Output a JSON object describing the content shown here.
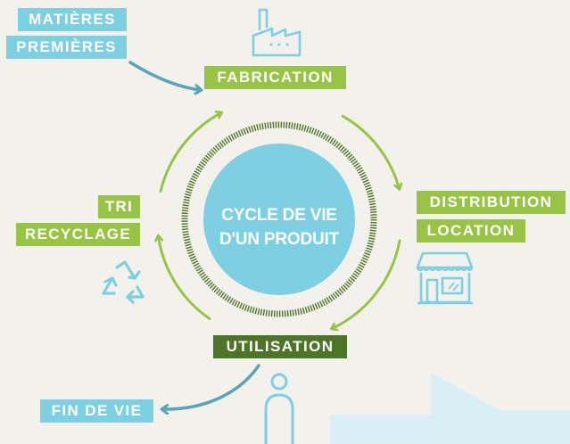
{
  "center": {
    "line1": "CYCLE DE VIE",
    "line2": "D'UN PRODUIT"
  },
  "labels": {
    "matieres": "MATIÈRES",
    "premieres": "PREMIÈRES",
    "fabrication": "FABRICATION",
    "distribution": "DISTRIBUTION",
    "location": "LOCATION",
    "utilisation": "UTILISATION",
    "tri": "TRI",
    "recyclage": "RECYCLAGE",
    "fin_de_vie": "FIN DE VIE"
  },
  "icons": [
    "factory-icon",
    "shop-icon",
    "recycle-icon",
    "person-icon"
  ],
  "colors": {
    "background": "#f2f1ec",
    "cyan": "#7dd0e1",
    "green": "#97c445",
    "dark_green": "#4e7427",
    "arrow_teal": "#5aa5b5",
    "decor_light_blue": "#d8eff6"
  }
}
